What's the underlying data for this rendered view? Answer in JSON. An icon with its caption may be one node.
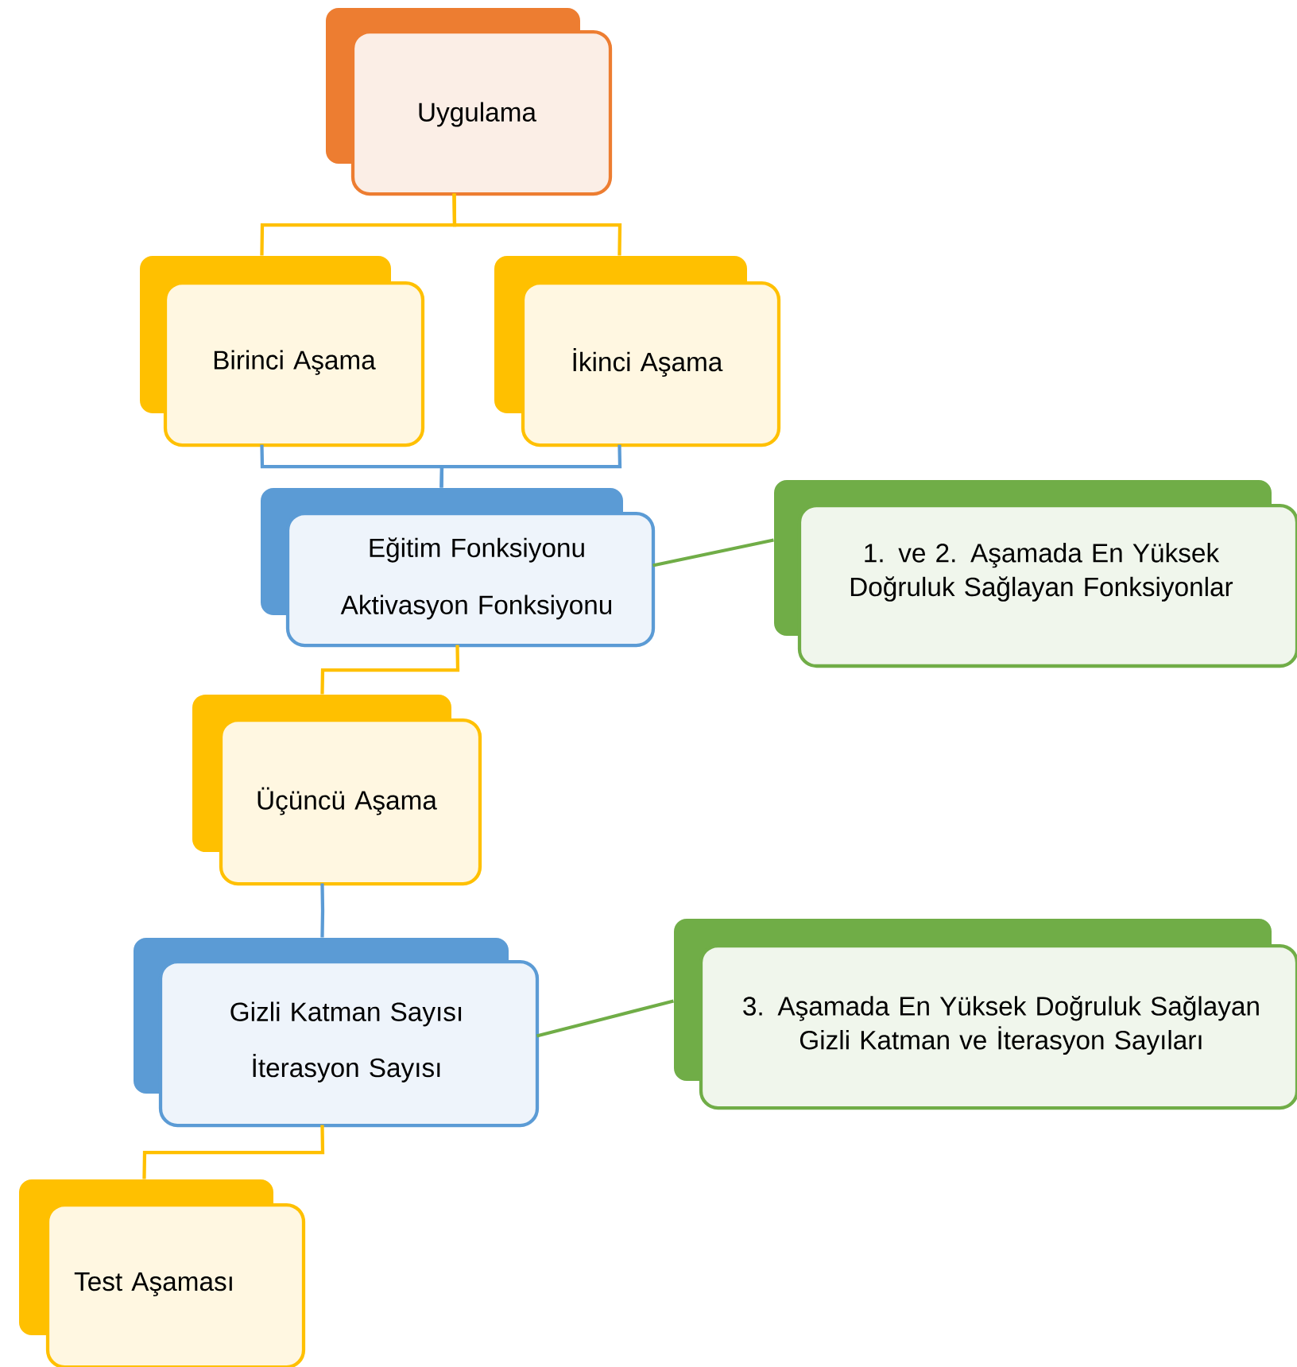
{
  "diagram": {
    "nodes": [
      {
        "text": [
          "Uygulama"
        ]
      },
      {
        "text": [
          "Birinci Aşama"
        ]
      },
      {
        "text": [
          "İkinci Aşama"
        ]
      },
      {
        "text": [
          "Eğitim Fonksiyonu",
          "Aktivasyon Fonksiyonu"
        ]
      },
      {
        "text": [
          "1. ve 2. Aşamada En Yüksek Doğruluk Sağlayan Fonksiyonlar"
        ]
      },
      {
        "text": [
          "Üçüncü Aşama"
        ]
      },
      {
        "text": [
          "Gizli Katman Sayısı",
          "İterasyon Sayısı"
        ]
      },
      {
        "text": [
          "3. Aşamada En Yüksek Doğruluk Sağlayan Gizli Katman ve İterasyon Sayıları"
        ]
      },
      {
        "text": [
          "Test Aşaması"
        ]
      }
    ],
    "edges": [
      {
        "from": 0,
        "to": 1,
        "arrow": "none"
      },
      {
        "from": 0,
        "to": 2,
        "arrow": "none"
      },
      {
        "from": 1,
        "to": 3,
        "arrow": "none",
        "color": "#5b9bd5"
      },
      {
        "from": 2,
        "to": 3,
        "arrow": "none",
        "color": "#5b9bd5"
      },
      {
        "from": 3,
        "to": 4,
        "arrow": "none",
        "color": "#70ad47"
      },
      {
        "from": 3,
        "to": 5,
        "arrow": "none"
      },
      {
        "from": 5,
        "to": 6,
        "arrow": "none",
        "color": "#5b9bd5"
      },
      {
        "from": 6,
        "to": 7,
        "arrow": "none",
        "color": "#70ad47"
      },
      {
        "from": 6,
        "to": 8,
        "arrow": "none"
      }
    ]
  }
}
